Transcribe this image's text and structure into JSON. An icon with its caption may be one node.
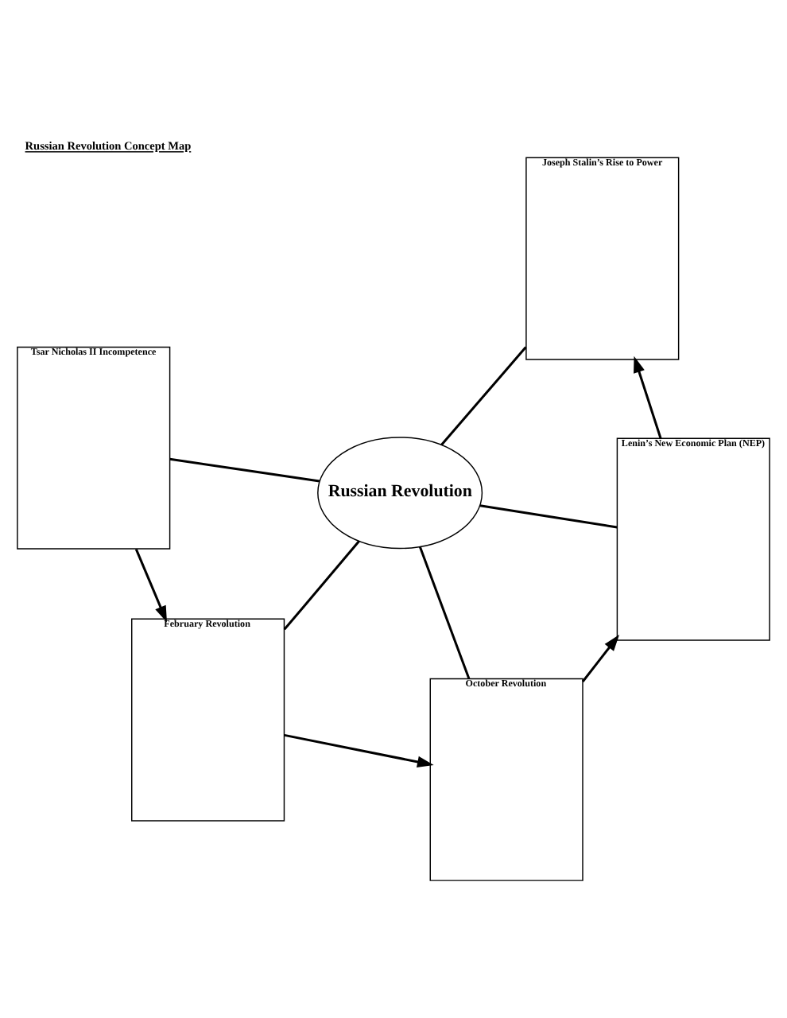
{
  "diagram": {
    "title": "Russian Revolution Concept Map",
    "nodes": [
      {
        "text": [
          "Tsar Nicholas II Incompetence"
        ]
      },
      {
        "text": [
          "February Revolution"
        ]
      },
      {
        "text": [
          "October Revolution"
        ]
      },
      {
        "text": [
          "Russian Revolution"
        ]
      },
      {
        "text": [
          "Joseph Stalin’s Rise to Power"
        ]
      },
      {
        "text": [
          "Lenin’s New Economic Plan (NEP)"
        ]
      }
    ],
    "edges": [
      {
        "from": 0,
        "to": 1,
        "arrow": "to"
      },
      {
        "from": 1,
        "to": 2,
        "arrow": "to"
      },
      {
        "from": 2,
        "to": 5,
        "arrow": "to"
      },
      {
        "from": 5,
        "to": 4,
        "arrow": "to"
      },
      {
        "from": 3,
        "to": 0,
        "arrow": "none"
      },
      {
        "from": 3,
        "to": 1,
        "arrow": "none"
      },
      {
        "from": 3,
        "to": 2,
        "arrow": "none"
      },
      {
        "from": 3,
        "to": 4,
        "arrow": "none"
      },
      {
        "from": 3,
        "to": 5,
        "arrow": "none"
      }
    ]
  }
}
